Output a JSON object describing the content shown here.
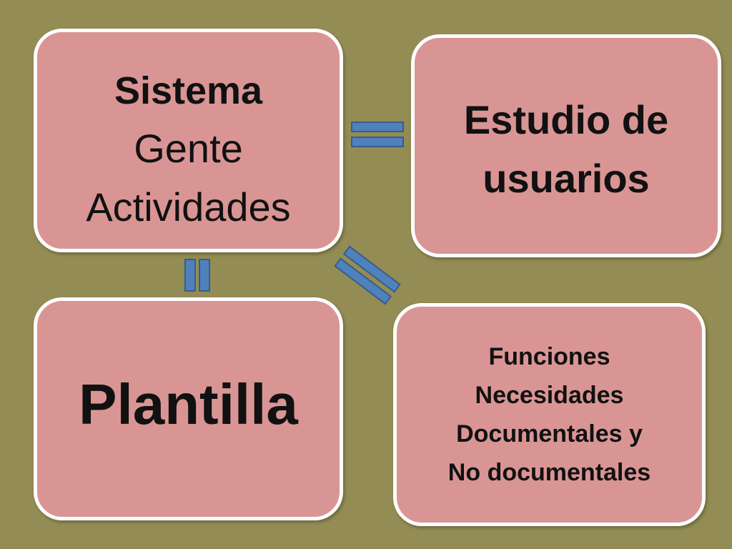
{
  "boxes": {
    "sistema": {
      "title": "Sistema",
      "lines": [
        "Gente",
        "Actividades"
      ]
    },
    "estudio": {
      "lines": [
        "Estudio de",
        "usuarios"
      ]
    },
    "plantilla": {
      "title": "Plantilla"
    },
    "funciones": {
      "lines": [
        "Funciones",
        "Necesidades",
        "Documentales y",
        "No documentales"
      ]
    }
  },
  "colors": {
    "background": "#938c54",
    "box_fill": "#d99594",
    "box_border": "#ffffff",
    "connector_fill": "#4f81bd",
    "connector_stroke": "#385d8a"
  }
}
